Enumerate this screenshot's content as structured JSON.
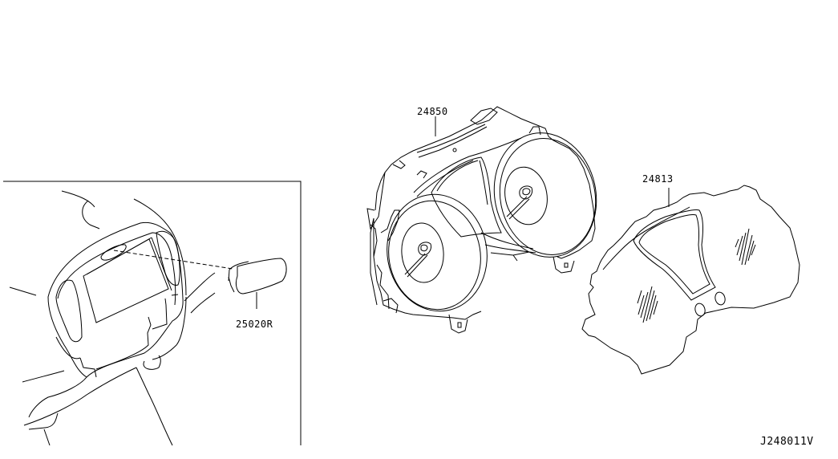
{
  "diagram": {
    "type": "parts-exploded-view",
    "colors": {
      "background": "#ffffff",
      "line": "#000000"
    },
    "callouts": [
      {
        "id": "part-24850",
        "text": "24850",
        "part": "combination meter assembly"
      },
      {
        "id": "part-24813",
        "text": "24813",
        "part": "meter front cover / lens"
      },
      {
        "id": "part-25020R",
        "text": "25020R",
        "part": "switch on instrument panel (inset)"
      }
    ],
    "figure_code": "J248011V"
  }
}
